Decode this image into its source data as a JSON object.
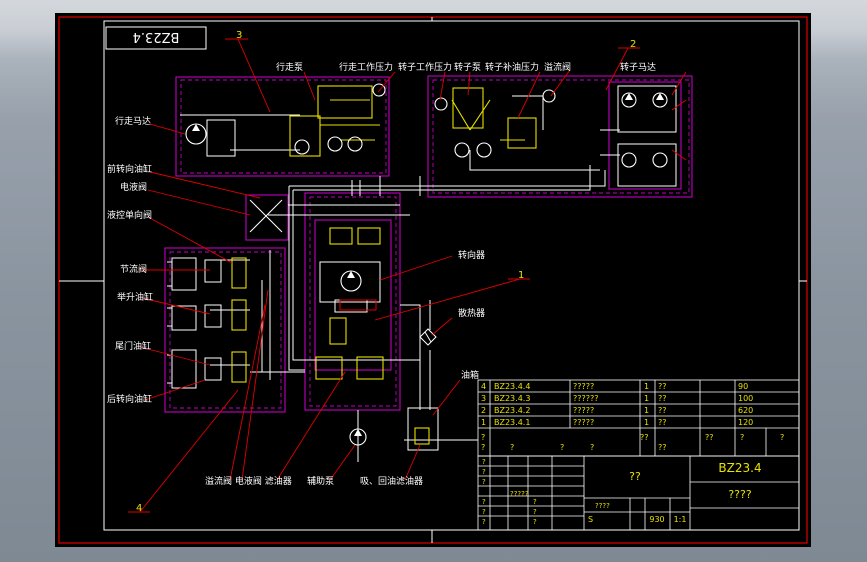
{
  "drawing": {
    "frame_label": "BZ23.4",
    "callout_numbers": {
      "n1": "1",
      "n2": "2",
      "n3": "3",
      "n4": "4"
    },
    "labels": {
      "travel_pump": "行走泵",
      "travel_pressure": "行走工作压力",
      "rotor_pressure": "转子工作压力",
      "rotor_pump": "转子泵",
      "charge_pressure": "转子补油压力",
      "relief_valve": "溢流阀",
      "rotor_motor": "转子马达",
      "travel_motor": "行走马达",
      "steering_cyl": "前转向油缸",
      "solenoid_valve": "电液阀",
      "check_valve": "液控单向阀",
      "throttle_valve": "节流阀",
      "lift_cyl": "举升油缸",
      "door_cyl": "尾门油缸",
      "rear_steer_cyl": "后转向油缸",
      "steering_unit": "转向器",
      "cooler": "散热器",
      "tank": "油箱",
      "bottom_left_labels": "溢流阀 电液阀 滤油器",
      "gear_pump": "辅助泵",
      "suction_filter": "吸、回油滤油器"
    }
  },
  "bom": {
    "rows": [
      {
        "no": "4",
        "code": "BZ23.4.4",
        "name": "?????",
        "qty": "1",
        "mat": "??",
        "weight": "90"
      },
      {
        "no": "3",
        "code": "BZ23.4.3",
        "name": "??????",
        "qty": "1",
        "mat": "??",
        "weight": "100"
      },
      {
        "no": "2",
        "code": "BZ23.4.2",
        "name": "?????",
        "qty": "1",
        "mat": "??",
        "weight": "620"
      },
      {
        "no": "1",
        "code": "BZ23.4.1",
        "name": "?????",
        "qty": "1",
        "mat": "??",
        "weight": "120"
      }
    ],
    "header": [
      "?",
      "?",
      "?",
      "?",
      "?",
      "??",
      "??",
      "??",
      "?",
      "?"
    ]
  },
  "title_block": {
    "drawing_no": "BZ23.4",
    "name": "??",
    "company": "????",
    "scale_label": "S",
    "weight": "930",
    "scale": "1:1",
    "cells": [
      "????",
      "?",
      "?",
      "?",
      "?????",
      "?",
      "?",
      "?",
      "?",
      "?",
      "?"
    ]
  }
}
